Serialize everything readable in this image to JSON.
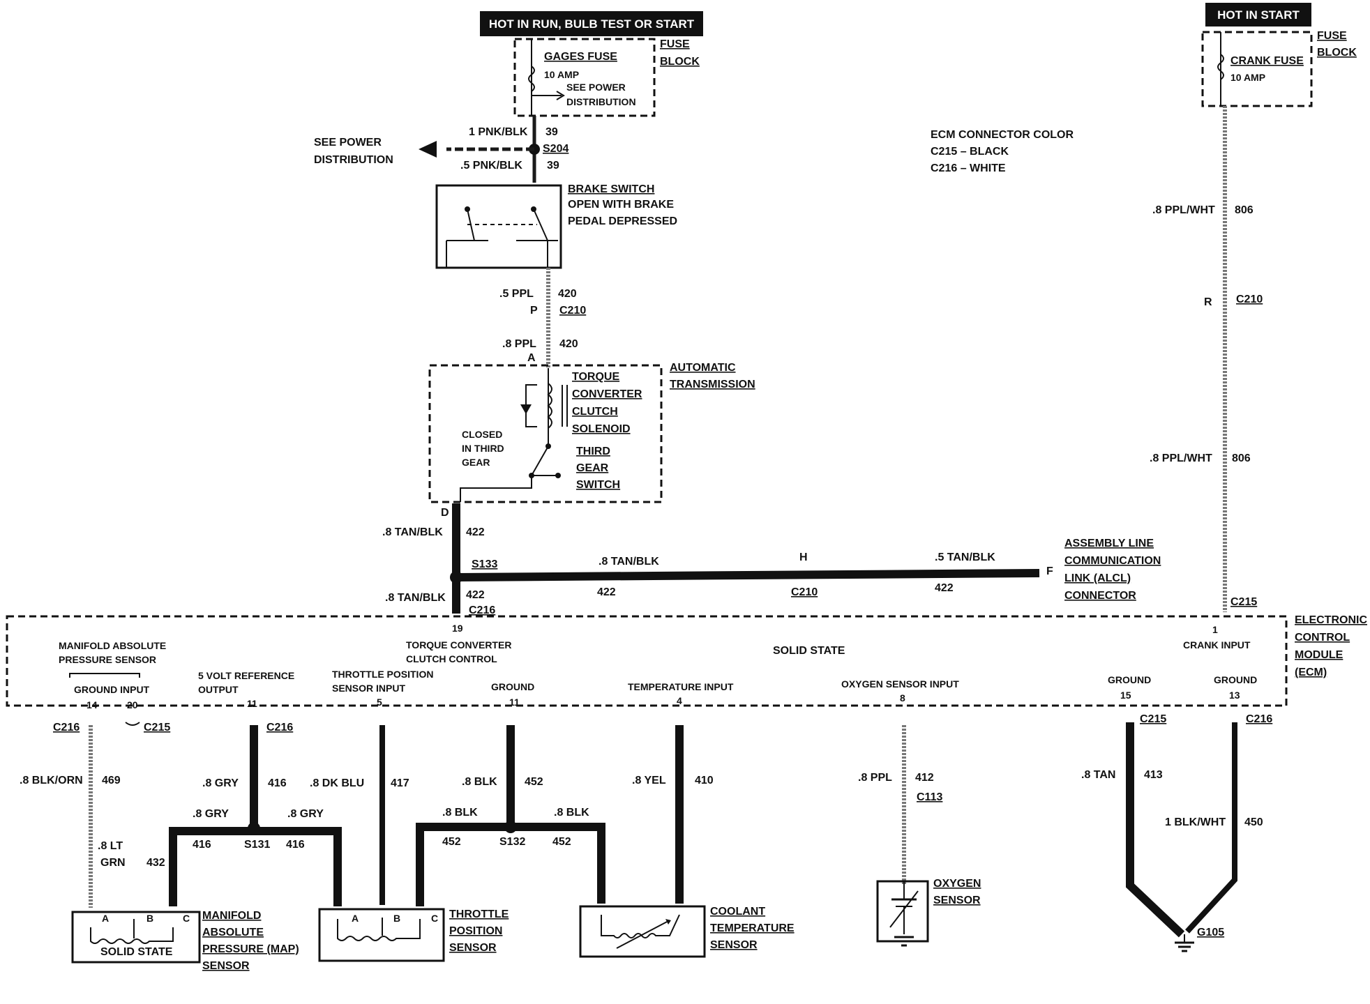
{
  "banners": {
    "hot_run": "HOT IN RUN, BULB TEST OR START",
    "hot_start": "HOT IN START"
  },
  "fuse_block": {
    "fuse_label": "FUSE",
    "block_label": "BLOCK",
    "gages_fuse": "GAGES FUSE",
    "gages_amp": "10 AMP",
    "see_power_1": "SEE POWER",
    "see_power_2": "DISTRIBUTION",
    "crank_fuse": "CRANK FUSE",
    "crank_amp": "10 AMP"
  },
  "power_dist": {
    "line1": "SEE POWER",
    "line2": "DISTRIBUTION"
  },
  "ecm_color": {
    "title": "ECM CONNECTOR COLOR",
    "c215": "C215 – BLACK",
    "c216": "C216 – WHITE"
  },
  "wires": {
    "w1_pnk_blk": "1 PNK/BLK",
    "w39a": "39",
    "s204": "S204",
    "w5_pnk_blk": ".5 PNK/BLK",
    "w39b": "39",
    "w5_ppl": ".5 PPL",
    "w420a": "420",
    "p": "P",
    "c210a": "C210",
    "w8_ppl": ".8 PPL",
    "w420b": "420",
    "a": "A",
    "d": "D",
    "w8_tan_blk_a": ".8 TAN/BLK",
    "w422a": "422",
    "s133": "S133",
    "w8_tan_blk_b": ".8 TAN/BLK",
    "w422b": "422",
    "h": "H",
    "c210b": "C210",
    "w5_tan_blk": ".5 TAN/BLK",
    "w422c": "422",
    "f": "F",
    "w8_tan_blk_c": ".8 TAN/BLK",
    "w422d": "422",
    "c216_top": "C216",
    "w8_ppl_wht_a": ".8 PPL/WHT",
    "w806a": "806",
    "r": "R",
    "c210c": "C210",
    "w8_ppl_wht_b": ".8 PPL/WHT",
    "w806b": "806",
    "c215_top": "C215"
  },
  "brake_switch": {
    "l1": "BRAKE SWITCH",
    "l2": "OPEN WITH BRAKE",
    "l3": "PEDAL DEPRESSED"
  },
  "transmission": {
    "auto1": "AUTOMATIC",
    "auto2": "TRANSMISSION",
    "tcc1": "TORQUE",
    "tcc2": "CONVERTER",
    "tcc3": "CLUTCH",
    "tcc4": "SOLENOID",
    "closed1": "CLOSED",
    "closed2": "IN THIRD",
    "closed3": "GEAR",
    "third1": "THIRD",
    "third2": "GEAR",
    "third3": "SWITCH"
  },
  "alcl": {
    "l1": "ASSEMBLY LINE",
    "l2": "COMMUNICATION",
    "l3": "LINK (ALCL)",
    "l4": "CONNECTOR"
  },
  "ecm": {
    "label1": "ELECTRONIC",
    "label2": "CONTROL",
    "label3": "MODULE",
    "label4": "(ECM)",
    "solid_state": "SOLID STATE",
    "map1": "MANIFOLD ABSOLUTE",
    "map2": "PRESSURE SENSOR",
    "ground_input": "GROUND INPUT",
    "pin14": "14",
    "pin20": "20",
    "vref1": "5 VOLT REFERENCE",
    "vref2": "OUTPUT",
    "pin11a": "11",
    "tcc1": "TORQUE CONVERTER",
    "tcc2": "CLUTCH CONTROL",
    "pin19": "19",
    "tps1": "THROTTLE POSITION",
    "tps2": "SENSOR INPUT",
    "pin5": "5",
    "ground_a": "GROUND",
    "pin11b": "11",
    "temp": "TEMPERATURE INPUT",
    "pin4": "4",
    "o2": "OXYGEN SENSOR  INPUT",
    "pin8": "8",
    "ground_b": "GROUND",
    "pin15": "15",
    "ground_c": "GROUND",
    "pin13": "13",
    "pin1": "1",
    "crank": "CRANK INPUT"
  },
  "lower_wires": {
    "c216a": "C216",
    "c215a": "C215",
    "c216b": "C216",
    "c215b": "C215",
    "c216c": "C216",
    "blk_orn": ".8 BLK/ORN",
    "w469": "469",
    "lt_grn_1": ".8 LT",
    "lt_grn_2": "GRN",
    "w432": "432",
    "gry_a": ".8 GRY",
    "w416a": "416",
    "gry_b": ".8 GRY",
    "gry_c": ".8 GRY",
    "w416b": "416",
    "s131": "S131",
    "w416c": "416",
    "dk_blu": ".8 DK BLU",
    "w417": "417",
    "blk_a": ".8 BLK",
    "w452a": "452",
    "blk_b": ".8 BLK",
    "blk_c": ".8 BLK",
    "w452b": "452",
    "s132": "S132",
    "w452c": "452",
    "yel": ".8 YEL",
    "w410": "410",
    "ppl": ".8 PPL",
    "w412": "412",
    "c113": "C113",
    "tan": ".8 TAN",
    "w413": "413",
    "blk_wht": "1 BLK/WHT",
    "w450": "450",
    "g105": "G105"
  },
  "sensors": {
    "map_a": "A",
    "map_b": "B",
    "map_c": "C",
    "map_solid": "SOLID STATE",
    "map1": "MANIFOLD",
    "map2": "ABSOLUTE",
    "map3": "PRESSURE (MAP)",
    "map4": "SENSOR",
    "tps_a": "A",
    "tps_b": "B",
    "tps_c": "C",
    "tps1": "THROTTLE",
    "tps2": "POSITION",
    "tps3": "SENSOR",
    "cts1": "COOLANT",
    "cts2": "TEMPERATURE",
    "cts3": "SENSOR",
    "o2_1": "OXYGEN",
    "o2_2": "SENSOR"
  }
}
